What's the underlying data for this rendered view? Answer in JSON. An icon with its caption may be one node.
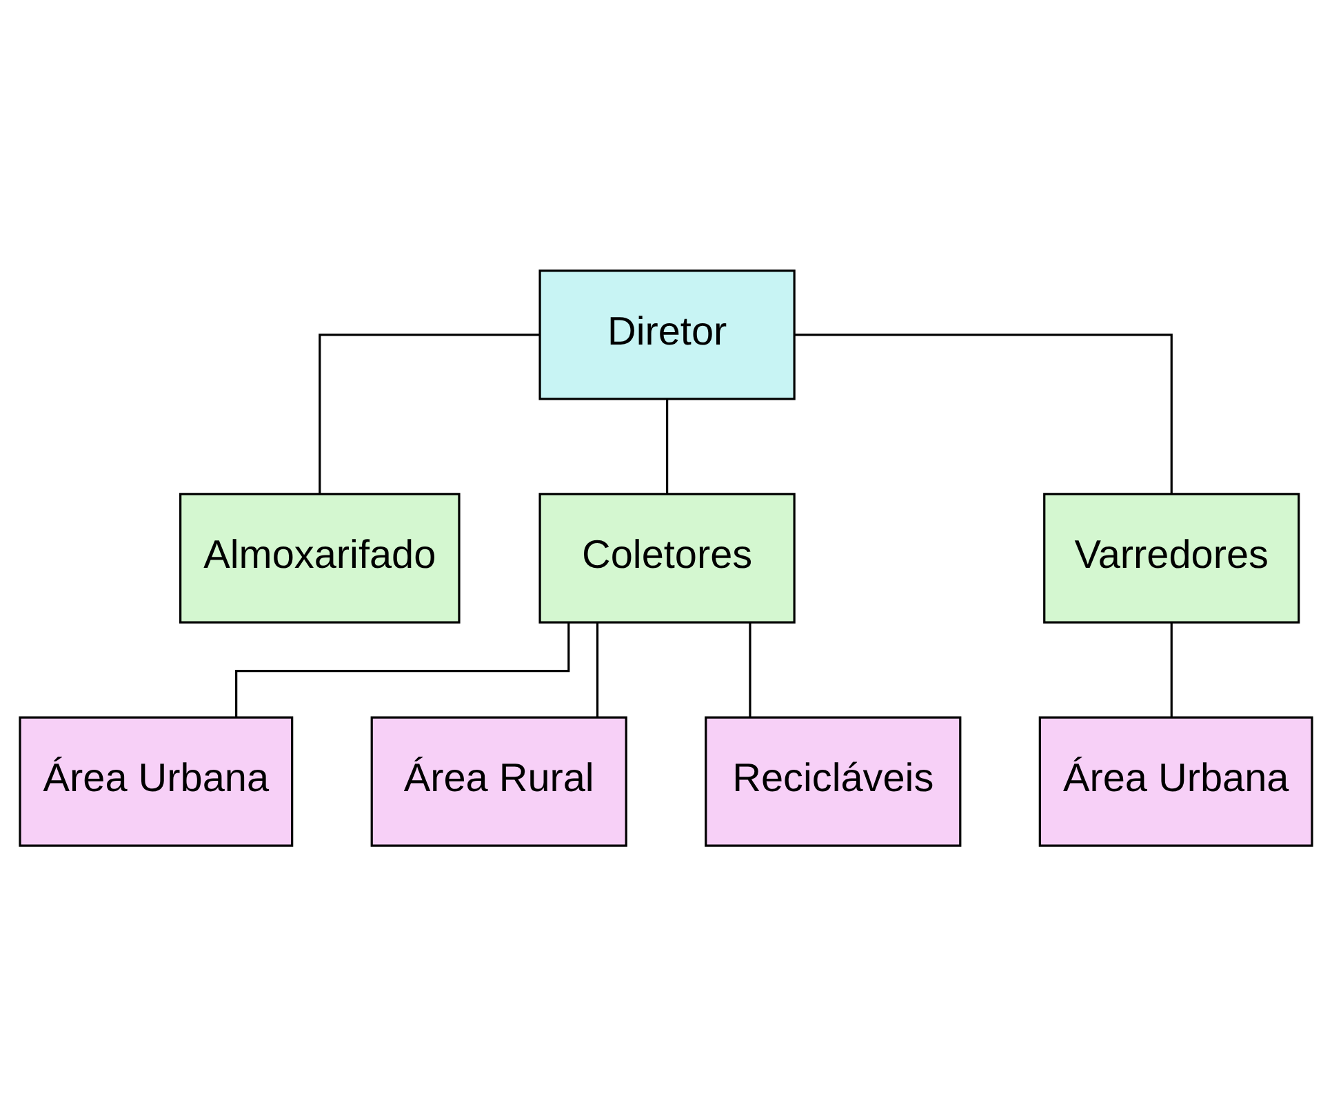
{
  "diagram": {
    "nodes": [
      {
        "text": [
          "Diretor"
        ]
      },
      {
        "text": [
          "Almoxarifado"
        ]
      },
      {
        "text": [
          "Coletores"
        ]
      },
      {
        "text": [
          "Varredores"
        ]
      },
      {
        "text": [
          "Área Urbana"
        ]
      },
      {
        "text": [
          "Área Rural"
        ]
      },
      {
        "text": [
          "Recicláveis"
        ]
      },
      {
        "text": [
          "Área Urbana"
        ]
      }
    ],
    "edges": [
      {
        "from": 0,
        "to": 1,
        "arrow": "none"
      },
      {
        "from": 0,
        "to": 2,
        "arrow": "none"
      },
      {
        "from": 0,
        "to": 3,
        "arrow": "none"
      },
      {
        "from": 2,
        "to": 4,
        "arrow": "none"
      },
      {
        "from": 2,
        "to": 5,
        "arrow": "none"
      },
      {
        "from": 2,
        "to": 6,
        "arrow": "none"
      },
      {
        "from": 3,
        "to": 7,
        "arrow": "none"
      }
    ]
  }
}
